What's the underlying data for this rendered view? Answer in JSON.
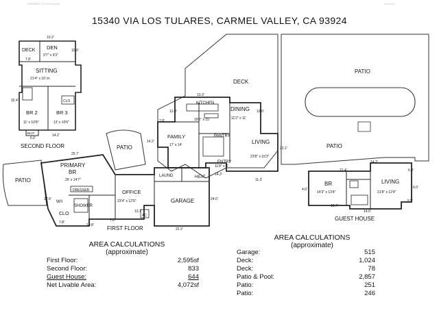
{
  "header": {
    "left_tiny": "PREMIER FLOOR PLANS",
    "right_tiny": "1/4/2023",
    "title": "15340 VIA LOS TULARES, CARMEL VALLEY, CA  93924"
  },
  "floor_labels": {
    "second_floor": "SECOND FLOOR",
    "first_floor": "FIRST FLOOR",
    "guest_house": "GUEST HOUSE"
  },
  "rooms": {
    "deck_small": "DECK",
    "den": "DEN",
    "den_dim": "9'7\" x 9'3\"",
    "sitting": "SITTING",
    "sitting_dim": "21'4\" x 16' irr.",
    "br2": "BR 2",
    "br2_dim": "11' x 10'8\"",
    "br3": "BR 3",
    "br3_dim": "13' x 10'6\"",
    "seat": "SEAT",
    "clo": "CLO",
    "deck_main": "DECK",
    "patio_top": "PATIO",
    "kitchen": "KITCHEN",
    "kitchen_dim": "19'5\" x 15'",
    "dining": "DINING",
    "dining_dim": "11'2\" x 11'",
    "family": "FAMILY",
    "family_dim": "17' x 14'",
    "pantry": "PANTRY",
    "living": "LIVING",
    "living_dim": "23'8\" x 15'3\"",
    "entry": "ENTRY",
    "entry_dim": "11'8\" x 8'",
    "patio_mid": "PATIO",
    "patio_center": "PATIO",
    "patio_left": "PATIO",
    "primary": "PRIMARY",
    "primary_br": "BR",
    "primary_dim": "26' x 14'7\"",
    "dresser": "DRESSER",
    "wi": "W/I",
    "shower": "SHOWER",
    "clo_primary": "CLO",
    "office": "OFFICE",
    "office_dim": "23'4\" x 12'9\"",
    "laund": "LAUND",
    "heat": "HEAT",
    "garage": "GARAGE",
    "ac": "AC",
    "gh_br": "BR",
    "gh_br_dim": "14'3\" x 13'4\"",
    "gh_living": "LIVING",
    "gh_living_dim": "21'8\" x 12'4\""
  },
  "dims": {
    "d_10_2": "10.2'",
    "d_7_8a": "7.8'",
    "d_10_0": "10.0'",
    "d_32_4": "32.4'",
    "d_14_2a": "14.2'",
    "d_6_0": "6.0'",
    "d_13_3": "13.3'",
    "d_13_0": "13.0'",
    "d_10_0b": "10.0'",
    "d_7_8b": "7.8'",
    "d_14_2b": "14.2'",
    "d_22_2": "22.2'",
    "d_14_3a": "14.3'",
    "d_11_3": "11.3'",
    "d_25_7": "25.7'",
    "d_24_0": "24.0'",
    "d_22_2b": "22.2'",
    "d_27_6": "27.6'",
    "d_7_8c": "7.8'",
    "d_10_8": "10.8'",
    "d_13_1": "13.1'",
    "d_7_6": "7.6'",
    "d_21_4": "21.4'",
    "d_14_3b": "14.3'",
    "d_6_0b": "6.0'",
    "d_4_0": "4.0'",
    "d_12_7": "12.7'",
    "d_14_0": "14.0'",
    "d_6_0c": "6.0'",
    "d_5_5": "5.5'"
  },
  "area_left": {
    "heading": "AREA CALCULATIONS",
    "sub": "(approximate)",
    "rows": [
      {
        "label": "First  Floor:",
        "value": "2,595sf"
      },
      {
        "label": "Second Floor:",
        "value": "833"
      },
      {
        "label": "Guest House:",
        "value": "644"
      },
      {
        "label": "Net Livable Area:",
        "value": "4,072sf"
      }
    ]
  },
  "area_right": {
    "heading": "AREA CALCULATIONS",
    "sub": "(approximate)",
    "rows": [
      {
        "label": "Garage:",
        "value": "515"
      },
      {
        "label": "Deck:",
        "value": "1,024"
      },
      {
        "label": "Deck:",
        "value": "78"
      },
      {
        "label": "Patio & Pool:",
        "value": "2,857"
      },
      {
        "label": "Patio:",
        "value": "251"
      },
      {
        "label": "Patio:",
        "value": "246"
      }
    ]
  }
}
